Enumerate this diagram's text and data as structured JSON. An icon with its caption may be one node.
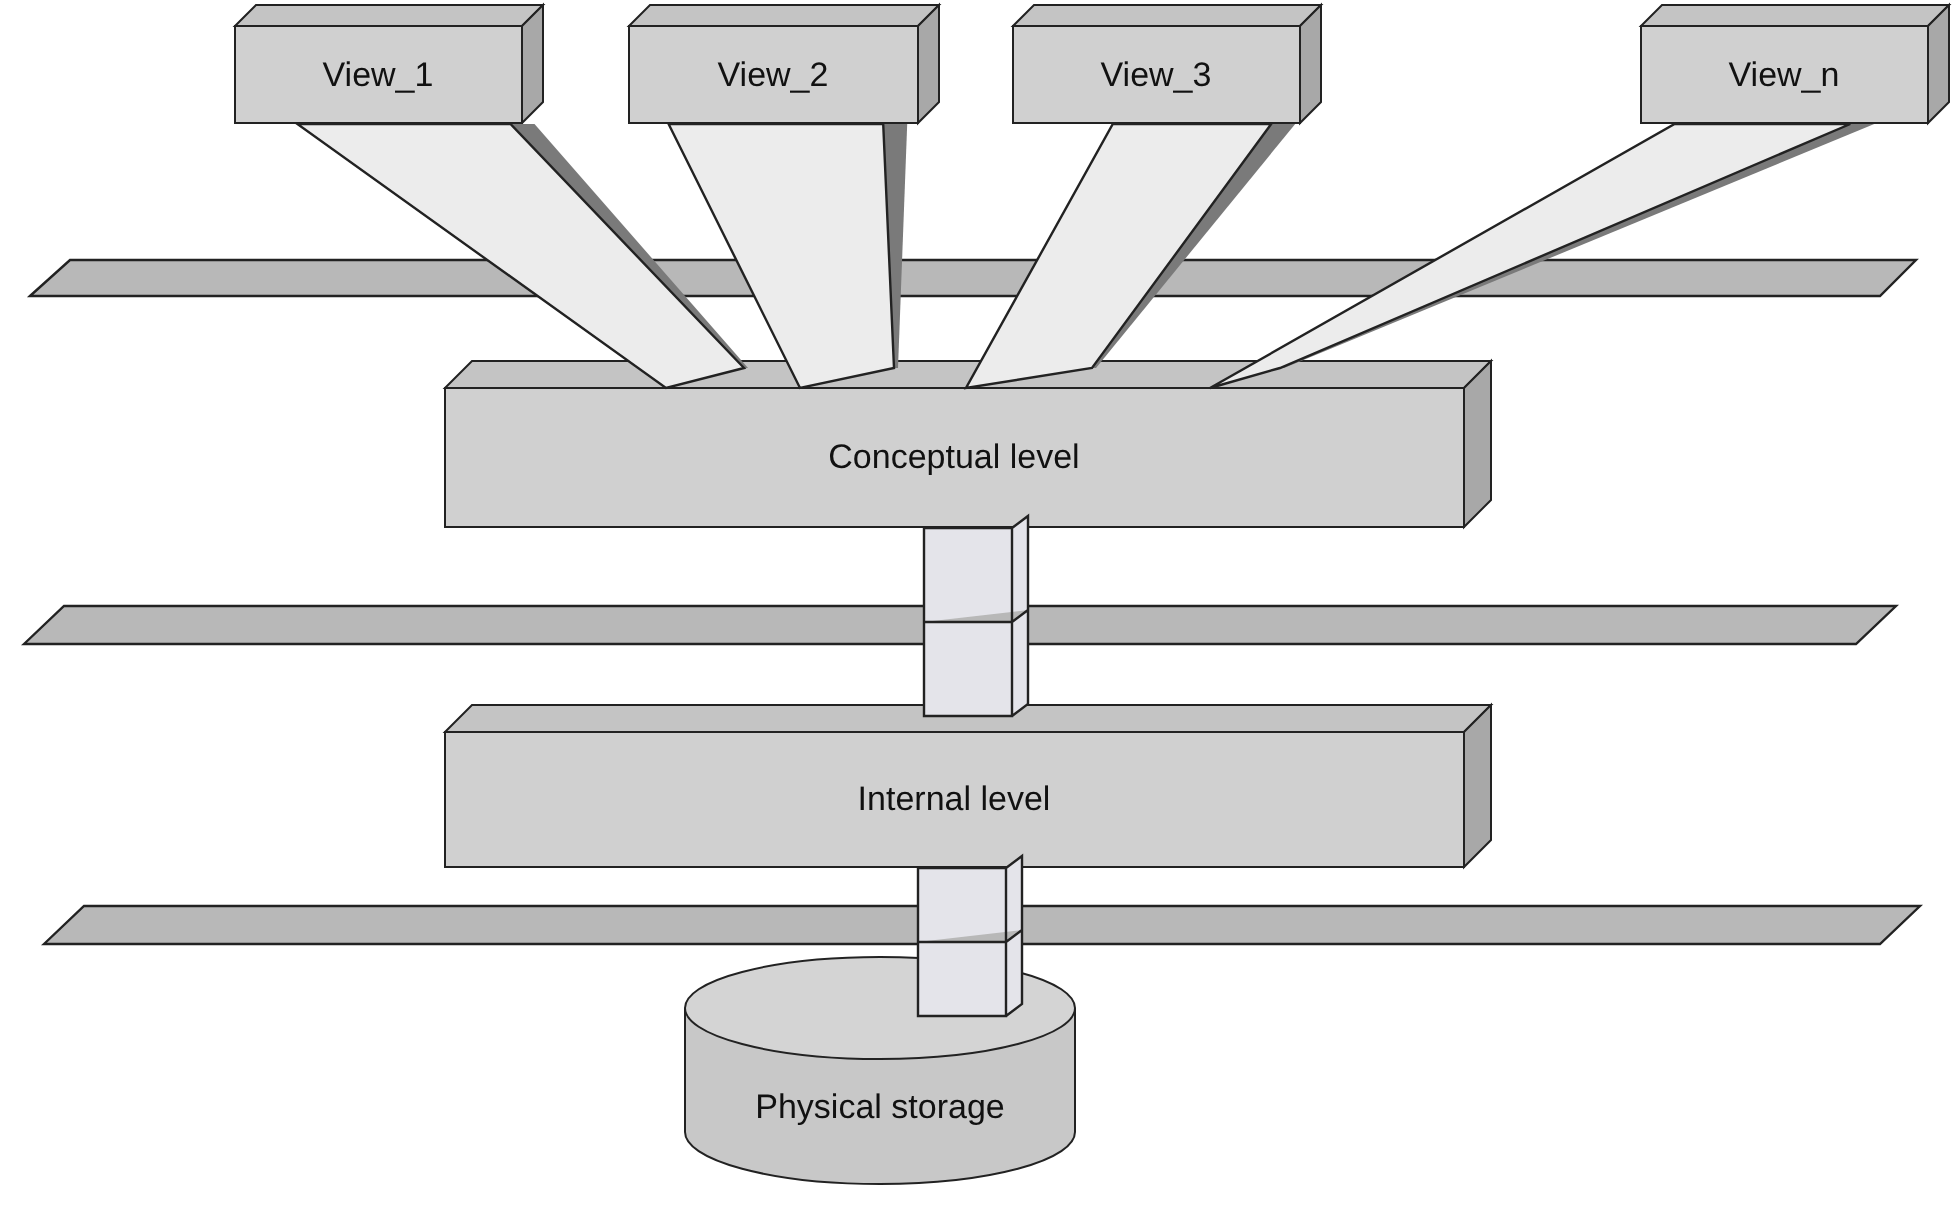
{
  "diagram": {
    "nodes": [
      {
        "text": [
          "View_1"
        ]
      },
      {
        "text": [
          "View_2"
        ]
      },
      {
        "text": [
          "View_3"
        ]
      },
      {
        "text": [
          "View_n"
        ]
      },
      {
        "text": [
          "Conceptual level"
        ]
      },
      {
        "text": [
          "Internal level"
        ]
      },
      {
        "text": [
          "Physical storage"
        ]
      }
    ],
    "edges": [
      {
        "from": 0,
        "to": 4,
        "arrow": "none"
      },
      {
        "from": 1,
        "to": 4,
        "arrow": "none"
      },
      {
        "from": 2,
        "to": 4,
        "arrow": "none"
      },
      {
        "from": 3,
        "to": 4,
        "arrow": "none"
      },
      {
        "from": 4,
        "to": 5,
        "arrow": "none"
      },
      {
        "from": 5,
        "to": 6,
        "arrow": "none"
      }
    ]
  }
}
